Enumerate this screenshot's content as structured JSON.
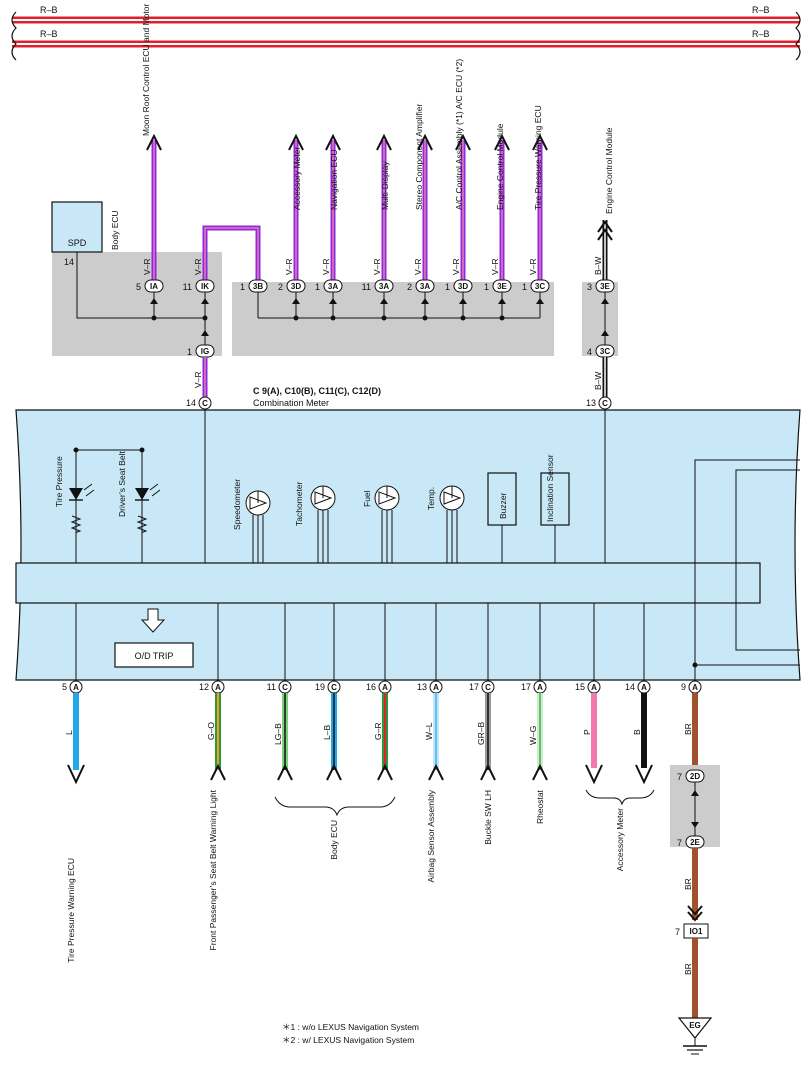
{
  "bus": {
    "top_wire": "R–B",
    "bottom_wire": "R–B"
  },
  "meter": {
    "connectors": "C 9(A), C10(B), C11(C), C12(D)",
    "name": "Combination Meter"
  },
  "body_ecu": {
    "box": "SPD",
    "label": "Body ECU",
    "pin": "14"
  },
  "left_ig": {
    "pin": "1",
    "connector": "IG",
    "wire": "V–R",
    "meter_pin": "14",
    "meter_conn": "C"
  },
  "right_inline": {
    "pin_top": "3",
    "conn_top": "3E",
    "pin_bottom": "4",
    "conn_bottom": "3C",
    "wire": "B–W",
    "meter_pin": "13",
    "meter_conn": "C"
  },
  "top_outputs": [
    {
      "label": "Moon Roof Control ECU and Motor",
      "wire": "V–R",
      "pin": "5",
      "connector": "IA"
    },
    {
      "label": "",
      "wire": "V–R",
      "pin": "11",
      "connector": "IK"
    },
    {
      "label": "",
      "wire": "",
      "pin": "1",
      "connector": "3B"
    },
    {
      "label": "Accessory Meter",
      "wire": "V–R",
      "pin": "2",
      "connector": "3D"
    },
    {
      "label": "Navigation ECU",
      "wire": "V–R",
      "pin": "1",
      "connector": "3A"
    },
    {
      "label": "Multi-Display",
      "wire": "V–R",
      "pin": "11",
      "connector": "3A"
    },
    {
      "label": "Stereo Component Amplifier",
      "wire": "V–R",
      "pin": "2",
      "connector": "3A"
    },
    {
      "label": "A/C Control Assembly (*1) A/C ECU (*2)",
      "wire": "V–R",
      "pin": "1",
      "connector": "3D"
    },
    {
      "label": "Engine Control Module",
      "wire": "V–R",
      "pin": "1",
      "connector": "3E"
    },
    {
      "label": "Tire Pressure Warning ECU",
      "wire": "V–R",
      "pin": "1",
      "connector": "3C"
    },
    {
      "label": "Engine Control Module",
      "wire": "B–W",
      "pin": "",
      "connector": ""
    }
  ],
  "internal": {
    "tire_pressure": "Tire Pressure",
    "drivers_seat_belt": "Driver’s Seat Belt",
    "speedometer": "Speedometer",
    "tachometer": "Tachometer",
    "fuel": "Fuel",
    "temp": "Temp.",
    "buzzer": "Buzzer",
    "inclination_sensor": "Inclination Sensor",
    "od_trip": "O/D TRIP"
  },
  "bottom_pins": [
    {
      "pin": "5",
      "conn": "A",
      "wire": "L",
      "label": "Tire Pressure Warning ECU"
    },
    {
      "pin": "12",
      "conn": "A",
      "wire": "G–O",
      "label": "Front Passenger’s Seat Belt Warning Light"
    },
    {
      "pin": "11",
      "conn": "C",
      "wire": "LG–B",
      "label": ""
    },
    {
      "pin": "19",
      "conn": "C",
      "wire": "L–B",
      "label": "Body ECU"
    },
    {
      "pin": "16",
      "conn": "A",
      "wire": "G–R",
      "label": ""
    },
    {
      "pin": "13",
      "conn": "A",
      "wire": "W–L",
      "label": "Airbag Sensor Assembly"
    },
    {
      "pin": "17",
      "conn": "C",
      "wire": "GR–B",
      "label": "Buckle SW LH"
    },
    {
      "pin": "17",
      "conn": "A",
      "wire": "W–G",
      "label": "Rheostat"
    },
    {
      "pin": "15",
      "conn": "A",
      "wire": "P",
      "label": ""
    },
    {
      "pin": "14",
      "conn": "A",
      "wire": "B",
      "label": "Accessory Meter"
    },
    {
      "pin": "9",
      "conn": "A",
      "wire": "BR",
      "label": ""
    }
  ],
  "ground_chain": {
    "pin_2d": "7",
    "conn_2d": "2D",
    "pin_2e": "7",
    "conn_2e": "2E",
    "wire_mid": "BR",
    "pin_io1": "7",
    "conn_io1": "IO1",
    "wire_low": "BR",
    "ground": "EG"
  },
  "notes": {
    "n1": "＊1 : w/o LEXUS Navigation System",
    "n2": "＊2 : w/ LEXUS Navigation System"
  },
  "colors": {
    "red": "#e0202a",
    "purple": "#8a2be2",
    "pink": "#f07ab0",
    "meter_fill": "#c9e8f7",
    "shade": "#cccccc",
    "brown": "#a0522d",
    "cyan": "#22a8e8",
    "green": "#2a9a3a",
    "orange": "#f59a23"
  }
}
